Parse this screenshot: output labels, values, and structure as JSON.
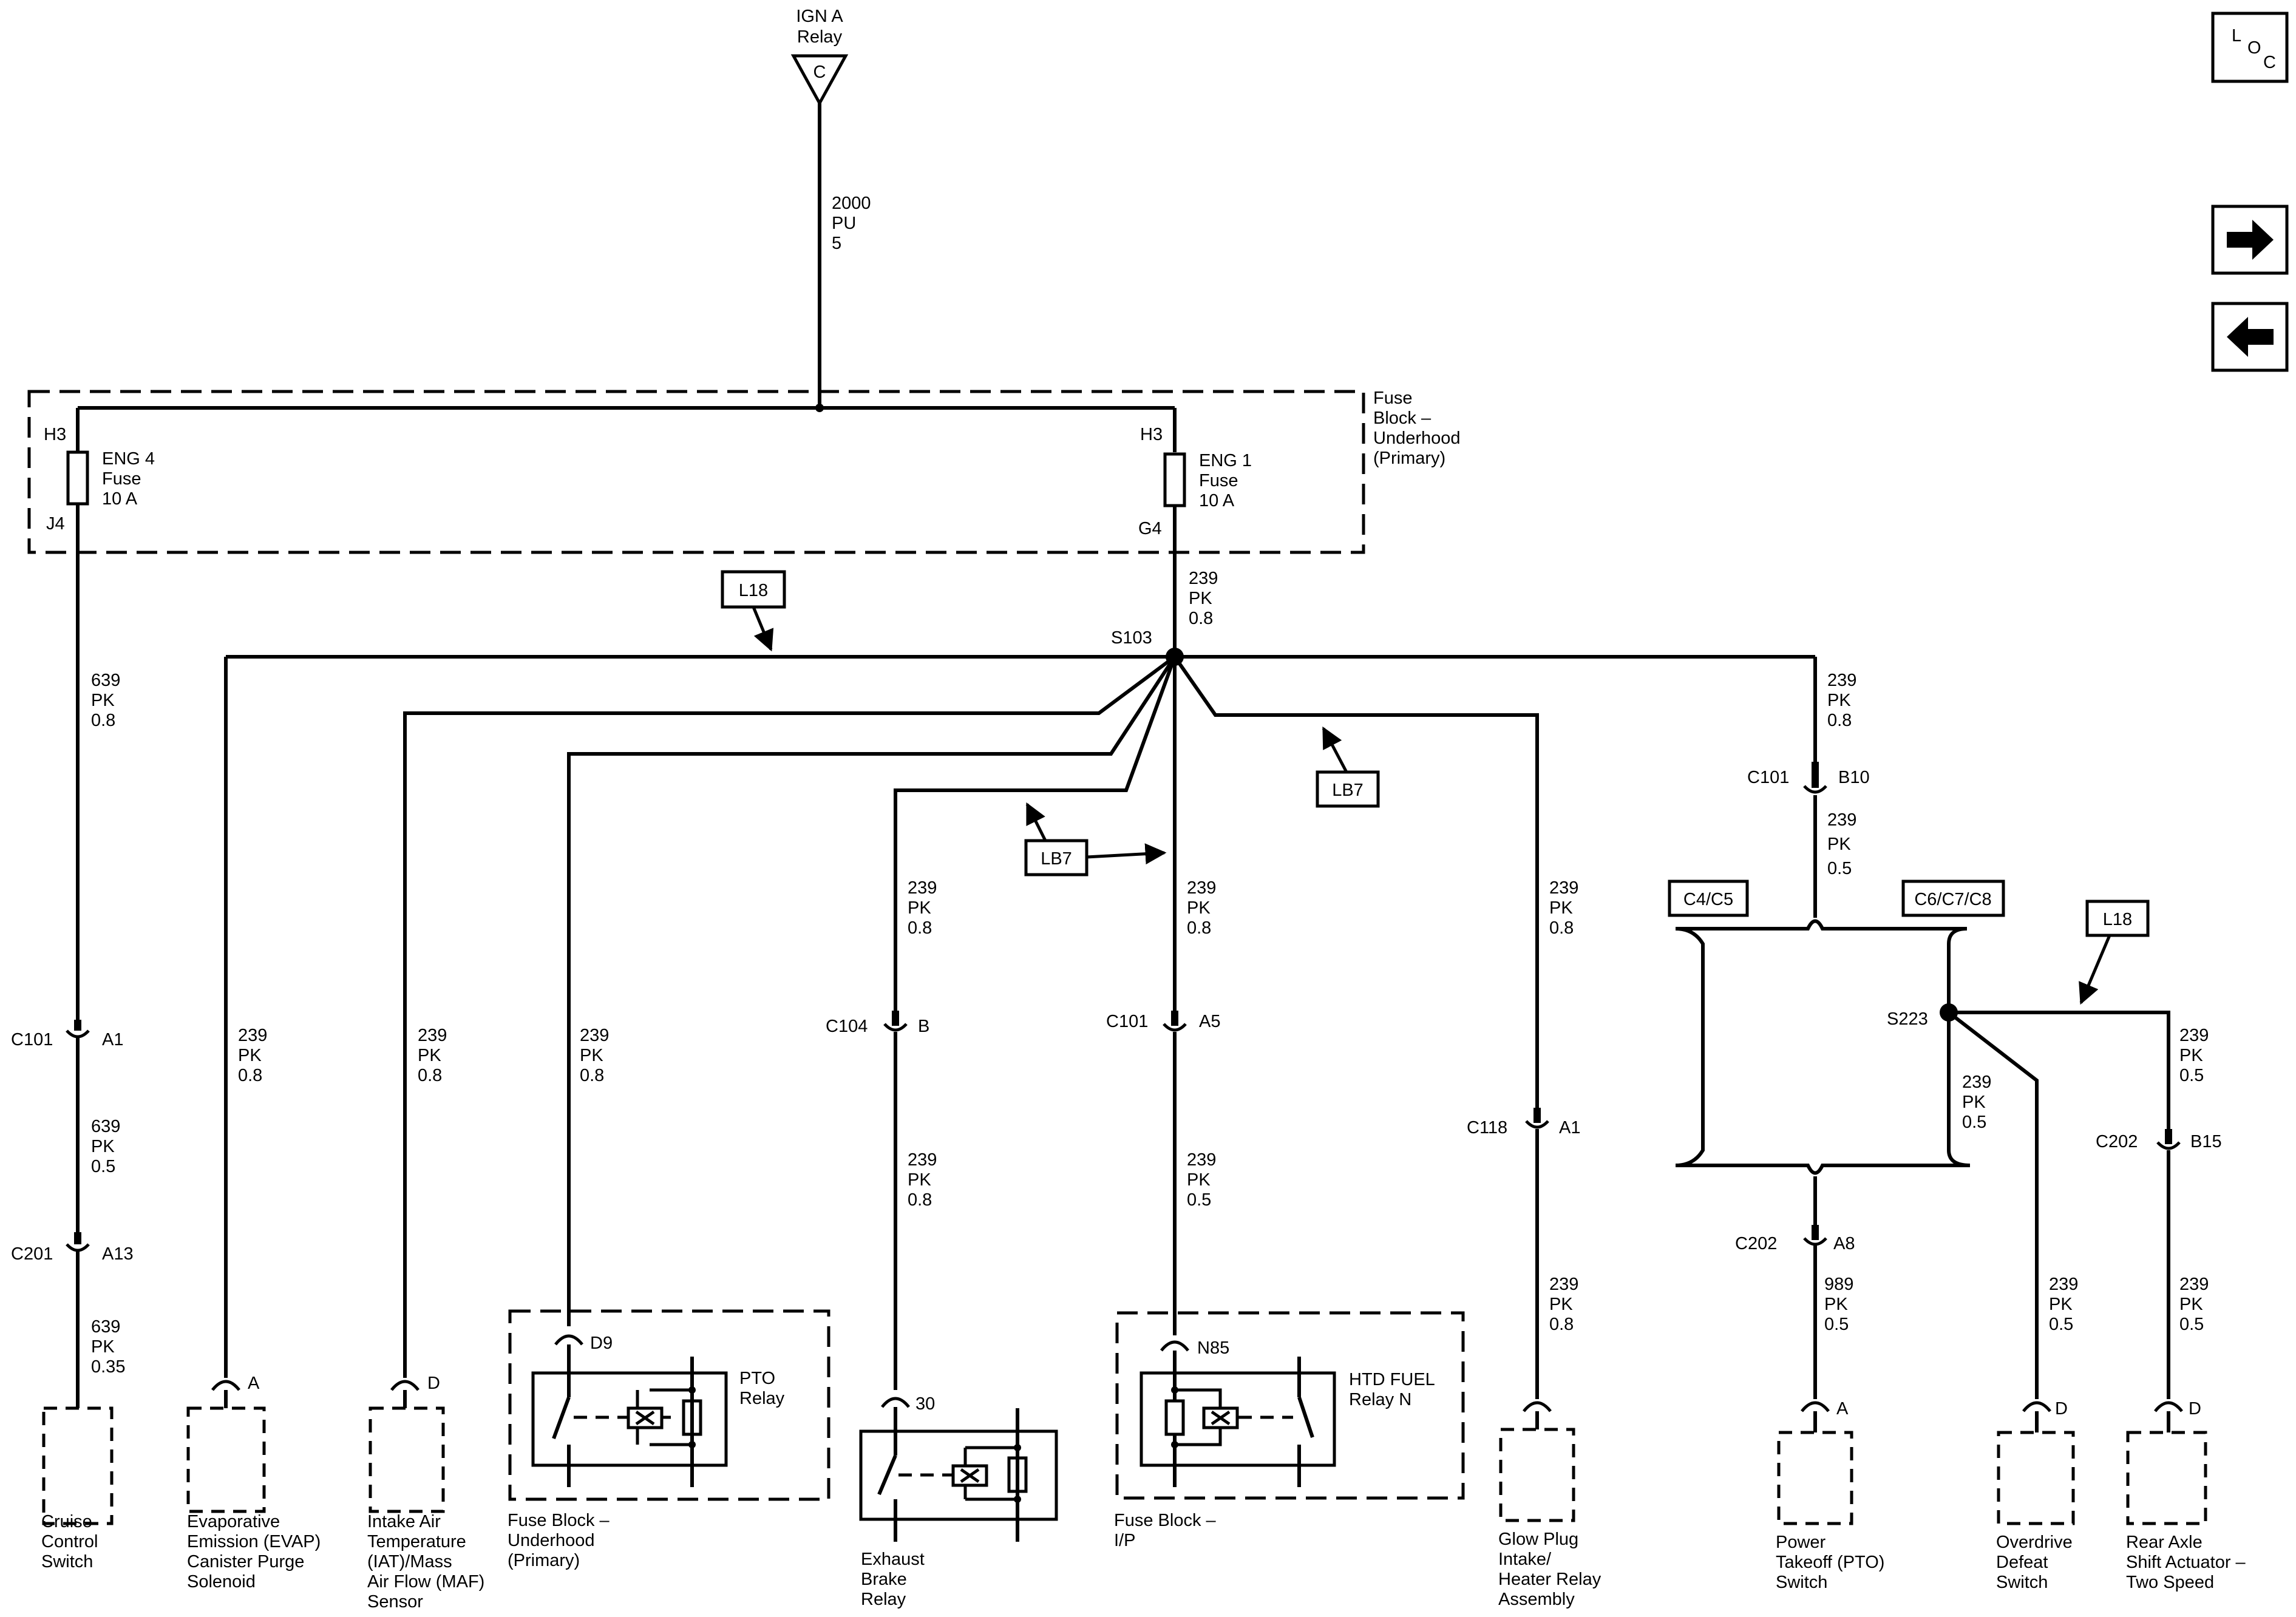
{
  "power": {
    "line1": "IGN A",
    "line2": "Relay",
    "pin": "C"
  },
  "wire_top": {
    "circuit": "2000",
    "color": "PU",
    "gauge": "5"
  },
  "fuse_block_underhood": {
    "l1": "Fuse",
    "l2": "Block –",
    "l3": "Underhood",
    "l4": "(Primary)"
  },
  "fuse_eng4": {
    "l1": "ENG 4",
    "l2": "Fuse",
    "l3": "10 A",
    "pin_in": "H3",
    "pin_out": "J4"
  },
  "fuse_eng1": {
    "l1": "ENG 1",
    "l2": "Fuse",
    "l3": "10 A",
    "pin_in": "H3",
    "pin_out": "G4"
  },
  "wires": [
    {
      "id": "w239-main",
      "c": "239",
      "col": "PK",
      "g": "0.8"
    },
    {
      "id": "w639-a",
      "c": "639",
      "col": "PK",
      "g": "0.8"
    },
    {
      "id": "w639-b",
      "c": "639",
      "col": "PK",
      "g": "0.5"
    },
    {
      "id": "w639-c",
      "c": "639",
      "col": "PK",
      "g": "0.35"
    },
    {
      "id": "w-evap",
      "c": "239",
      "col": "PK",
      "g": "0.8"
    },
    {
      "id": "w-iat",
      "c": "239",
      "col": "PK",
      "g": "0.8"
    },
    {
      "id": "w-pto",
      "c": "239",
      "col": "PK",
      "g": "0.8"
    },
    {
      "id": "w-exh-a",
      "c": "239",
      "col": "PK",
      "g": "0.8"
    },
    {
      "id": "w-exh-b",
      "c": "239",
      "col": "PK",
      "g": "0.8"
    },
    {
      "id": "w-htd-a",
      "c": "239",
      "col": "PK",
      "g": "0.8"
    },
    {
      "id": "w-htd-b",
      "c": "239",
      "col": "PK",
      "g": "0.5"
    },
    {
      "id": "w-glow-a",
      "c": "239",
      "col": "PK",
      "g": "0.8"
    },
    {
      "id": "w-glow-b",
      "c": "239",
      "col": "PK",
      "g": "0.8"
    },
    {
      "id": "w-right-a",
      "c": "239",
      "col": "PK",
      "g": "0.8"
    },
    {
      "id": "w-right-b",
      "c": "239",
      "col": "PK",
      "g": "0.5"
    },
    {
      "id": "w-s223-a",
      "c": "239",
      "col": "PK",
      "g": "0.5"
    },
    {
      "id": "w-ptosw",
      "c": "989",
      "col": "PK",
      "g": "0.5"
    },
    {
      "id": "w-odef",
      "c": "239",
      "col": "PK",
      "g": "0.5"
    },
    {
      "id": "w-axle-a",
      "c": "239",
      "col": "PK",
      "g": "0.5"
    },
    {
      "id": "w-axle-b",
      "c": "239",
      "col": "PK",
      "g": "0.5"
    }
  ],
  "splices": {
    "s103": "S103",
    "s223": "S223"
  },
  "connectors": [
    {
      "id": "c101-a1",
      "name": "C101",
      "pin": "A1"
    },
    {
      "id": "c201-a13",
      "name": "C201",
      "pin": "A13"
    },
    {
      "id": "c104-b",
      "name": "C104",
      "pin": "B"
    },
    {
      "id": "c101-a5",
      "name": "C101",
      "pin": "A5"
    },
    {
      "id": "c118-a1",
      "name": "C118",
      "pin": "A1"
    },
    {
      "id": "c101-b10",
      "name": "C101",
      "pin": "B10"
    },
    {
      "id": "c202-a8",
      "name": "C202",
      "pin": "A8"
    },
    {
      "id": "c202-b15",
      "name": "C202",
      "pin": "B15"
    }
  ],
  "refs": {
    "l18_a": "L18",
    "lb7_a": "LB7",
    "lb7_b": "LB7",
    "l18_b": "L18",
    "c4c5": "C4/C5",
    "c6c7c8": "C6/C7/C8"
  },
  "pins": {
    "evap": "A",
    "iat": "D",
    "pto_relay": "D9",
    "exh": "30",
    "htd": "N85",
    "pto_sw": "A",
    "odef": "D",
    "axle": "D"
  },
  "components": {
    "cruise": [
      "Cruise",
      "Control",
      "Switch"
    ],
    "evap": [
      "Evaporative",
      "Emission (EVAP)",
      "Canister Purge",
      "Solenoid"
    ],
    "iat": [
      "Intake Air",
      "Temperature",
      "(IAT)/Mass",
      "Air Flow (MAF)",
      "Sensor"
    ],
    "pto_fb": [
      "Fuse Block –",
      "Underhood",
      "(Primary)"
    ],
    "pto_relay": [
      "PTO",
      "Relay"
    ],
    "exhaust": [
      "Exhaust",
      "Brake",
      "Relay"
    ],
    "htd_fb": [
      "Fuse Block –",
      "I/P"
    ],
    "htd_relay": [
      "HTD FUEL",
      "Relay N"
    ],
    "glow": [
      "Glow Plug",
      "Intake/",
      "Heater Relay",
      "Assembly"
    ],
    "pto_switch": [
      "Power",
      "Takeoff (PTO)",
      "Switch"
    ],
    "overdrive": [
      "Overdrive",
      "Defeat",
      "Switch"
    ],
    "rear_axle": [
      "Rear Axle",
      "Shift Actuator –",
      "Two Speed"
    ]
  },
  "nav": {
    "loc_l": "L",
    "loc_o": "O",
    "loc_c": "C"
  },
  "icons": [
    "arrow-right-icon",
    "arrow-left-icon"
  ]
}
